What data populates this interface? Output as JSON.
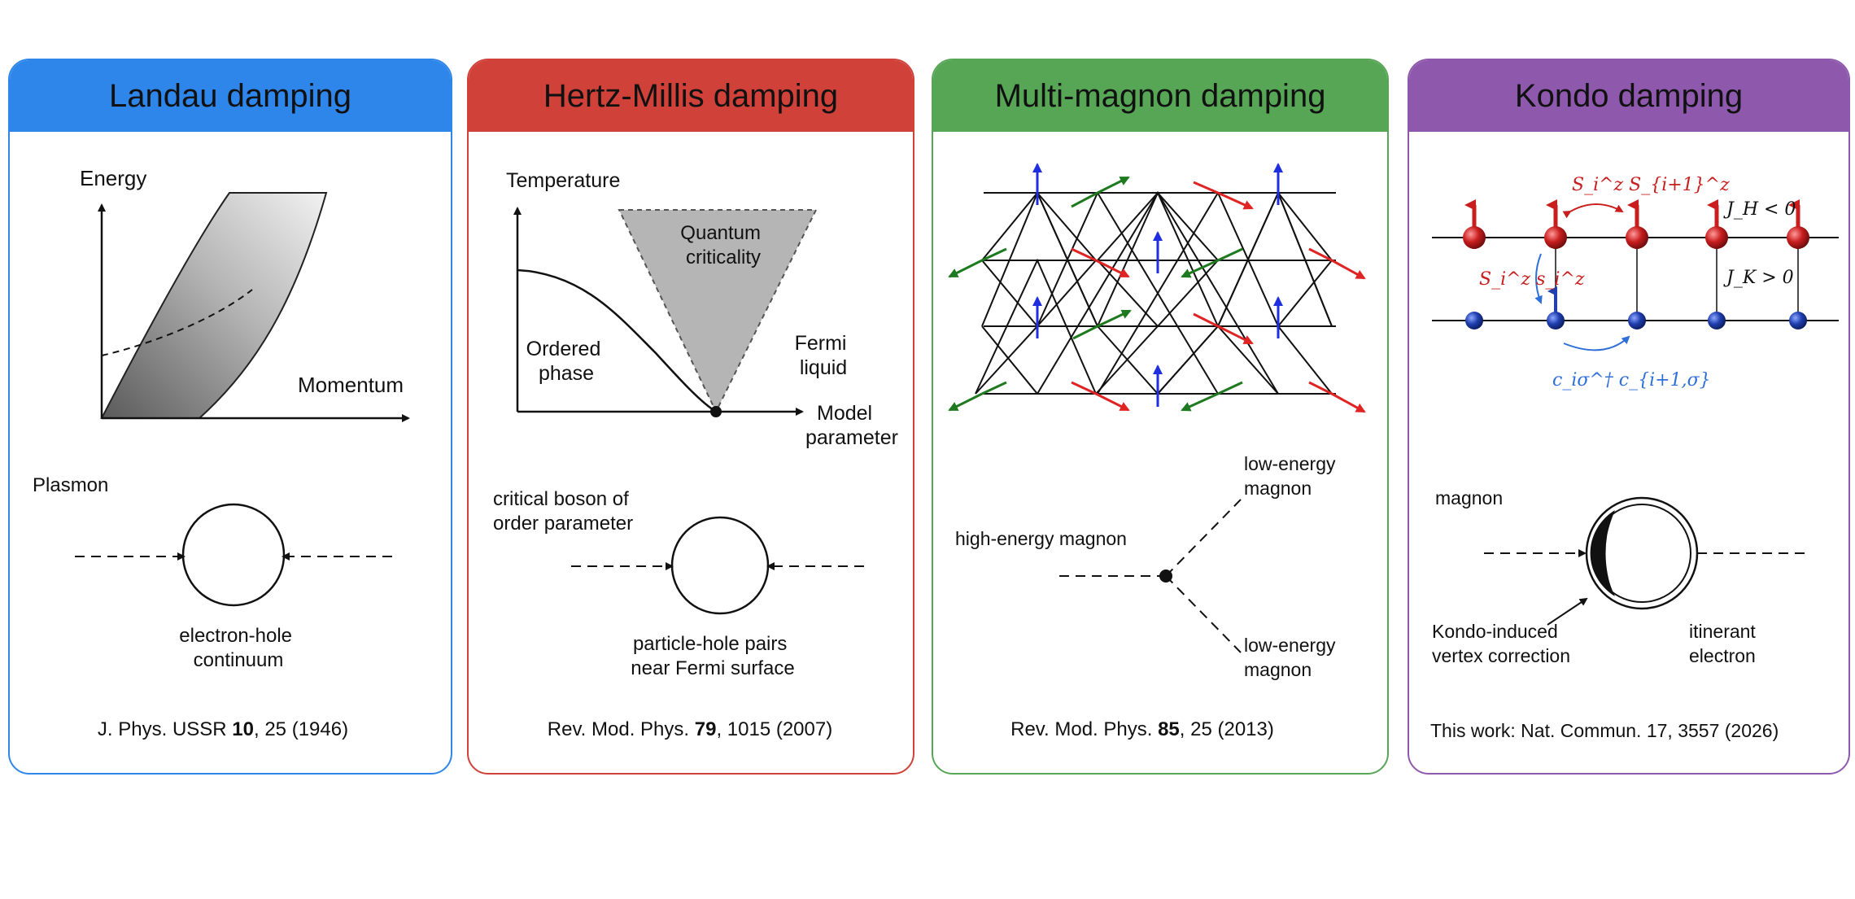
{
  "panels": [
    {
      "title": "Landau damping",
      "color": "#2f86ea",
      "plot": {
        "ylabel": "Energy",
        "xlabel": "Momentum"
      },
      "diagram": {
        "left_label": "Plasmon",
        "bottom_label_1": "electron-hole",
        "bottom_label_2": "continuum"
      },
      "reference": {
        "prefix": "J. Phys. USSR ",
        "volume": "10",
        "suffix": ", 25 (1946)"
      }
    },
    {
      "title": "Hertz-Millis damping",
      "color": "#d0413a",
      "plot": {
        "ylabel": "Temperature",
        "xlabel_1": "Model",
        "xlabel_2": "parameter",
        "region_qc_1": "Quantum",
        "region_qc_2": "criticality",
        "region_ordered_1": "Ordered",
        "region_ordered_2": "phase",
        "region_fermi_1": "Fermi",
        "region_fermi_2": "liquid"
      },
      "diagram": {
        "left_label_1": "critical boson of",
        "left_label_2": "order parameter",
        "bottom_label_1": "particle-hole pairs",
        "bottom_label_2": "near Fermi surface"
      },
      "reference": {
        "prefix": "Rev. Mod. Phys. ",
        "volume": "79",
        "suffix": ", 1015 (2007)"
      }
    },
    {
      "title": "Multi-magnon damping",
      "color": "#56a656",
      "diagram": {
        "incoming": "high-energy magnon",
        "out_top_1": "low-energy",
        "out_top_2": "magnon",
        "out_bottom_1": "low-energy",
        "out_bottom_2": "magnon"
      },
      "reference": {
        "prefix": "Rev. Mod. Phys. ",
        "volume": "85",
        "suffix": ", 25 (2013)"
      }
    },
    {
      "title": "Kondo damping",
      "color": "#8e59ad",
      "lattice": {
        "hund_label": "J_H < 0",
        "kondo_label": "J_K > 0",
        "spin_exchange": "S_i^z S_{i+1}^z",
        "local_exchange": "S_i^z s_i^z",
        "hopping": "c_iσ^† c_{i+1,σ}"
      },
      "diagram": {
        "left_label": "magnon",
        "vertex_label_1": "Kondo-induced",
        "vertex_label_2": "vertex correction",
        "right_label_1": "itinerant",
        "right_label_2": "electron"
      },
      "reference": {
        "text": "This work: Nat. Commun. 17, 3557 (2026)"
      }
    }
  ]
}
